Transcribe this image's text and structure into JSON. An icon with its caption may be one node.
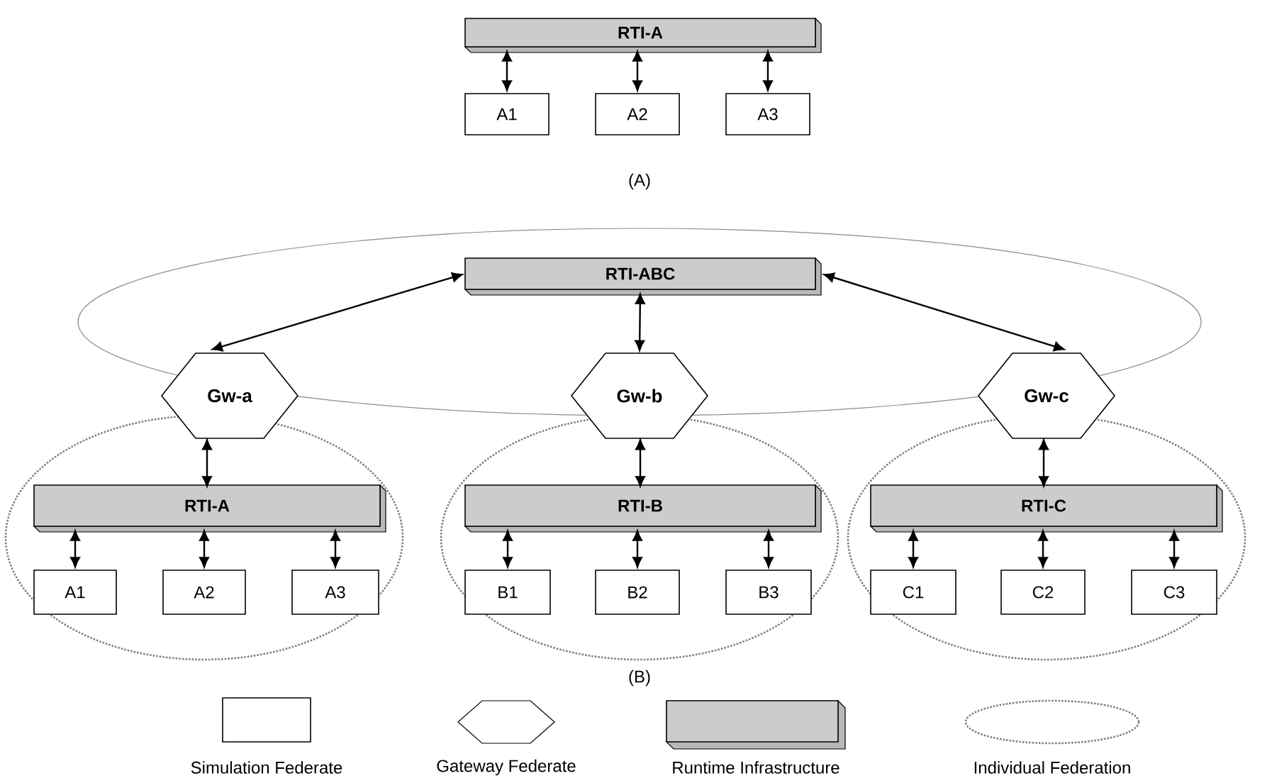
{
  "diagram": {
    "nodes": [
      {
        "text": [
          "RTI-A"
        ]
      },
      {
        "text": [
          "A1"
        ]
      },
      {
        "text": [
          "A2"
        ]
      },
      {
        "text": [
          "A3"
        ]
      },
      {
        "text": [
          "RTI-ABC"
        ]
      },
      {
        "text": [
          "Gw-a"
        ]
      },
      {
        "text": [
          "Gw-b"
        ]
      },
      {
        "text": [
          "Gw-c"
        ]
      },
      {
        "text": [
          "RTI-A"
        ]
      },
      {
        "text": [
          "RTI-B"
        ]
      },
      {
        "text": [
          "RTI-C"
        ]
      },
      {
        "text": [
          "A1"
        ]
      },
      {
        "text": [
          "A2"
        ]
      },
      {
        "text": [
          "A3"
        ]
      },
      {
        "text": [
          "B1"
        ]
      },
      {
        "text": [
          "B2"
        ]
      },
      {
        "text": [
          "B3"
        ]
      },
      {
        "text": [
          "C1"
        ]
      },
      {
        "text": [
          "C2"
        ]
      },
      {
        "text": [
          "C3"
        ]
      }
    ],
    "edges": [
      {
        "from": 0,
        "to": 1,
        "arrow": "both"
      },
      {
        "from": 0,
        "to": 2,
        "arrow": "both"
      },
      {
        "from": 0,
        "to": 3,
        "arrow": "both"
      },
      {
        "from": 4,
        "to": 5,
        "arrow": "both"
      },
      {
        "from": 4,
        "to": 6,
        "arrow": "both"
      },
      {
        "from": 4,
        "to": 7,
        "arrow": "both"
      },
      {
        "from": 5,
        "to": 8,
        "arrow": "both"
      },
      {
        "from": 6,
        "to": 9,
        "arrow": "both"
      },
      {
        "from": 7,
        "to": 10,
        "arrow": "both"
      },
      {
        "from": 8,
        "to": 11,
        "arrow": "both"
      },
      {
        "from": 8,
        "to": 12,
        "arrow": "both"
      },
      {
        "from": 8,
        "to": 13,
        "arrow": "both"
      },
      {
        "from": 9,
        "to": 14,
        "arrow": "both"
      },
      {
        "from": 9,
        "to": 15,
        "arrow": "both"
      },
      {
        "from": 9,
        "to": 16,
        "arrow": "both"
      },
      {
        "from": 10,
        "to": 17,
        "arrow": "both"
      },
      {
        "from": 10,
        "to": 18,
        "arrow": "both"
      },
      {
        "from": 10,
        "to": 19,
        "arrow": "both"
      }
    ],
    "labels": [
      "(A)",
      "(B)"
    ],
    "legend": [
      {
        "text": "Simulation Federate"
      },
      {
        "text": "Gateway Federate"
      },
      {
        "text": "Runtime Infrastructure"
      },
      {
        "text": "Individual Federation"
      }
    ]
  }
}
